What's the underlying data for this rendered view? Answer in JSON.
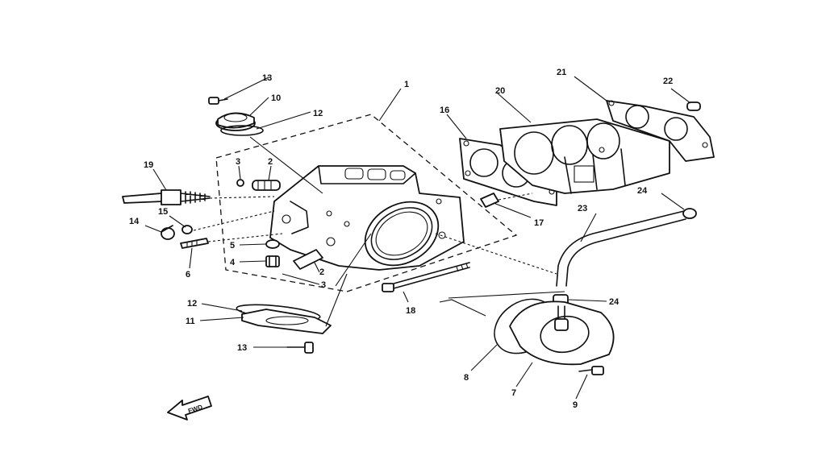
{
  "callouts": [
    {
      "id": "c1",
      "text": "1"
    },
    {
      "id": "c2a",
      "text": "2"
    },
    {
      "id": "c2b",
      "text": "2"
    },
    {
      "id": "c3a",
      "text": "3"
    },
    {
      "id": "c3b",
      "text": "3"
    },
    {
      "id": "c4",
      "text": "4"
    },
    {
      "id": "c5",
      "text": "5"
    },
    {
      "id": "c6",
      "text": "6"
    },
    {
      "id": "c7",
      "text": "7"
    },
    {
      "id": "c8",
      "text": "8"
    },
    {
      "id": "c9",
      "text": "9"
    },
    {
      "id": "c10",
      "text": "10"
    },
    {
      "id": "c11",
      "text": "11"
    },
    {
      "id": "c12a",
      "text": "12"
    },
    {
      "id": "c12b",
      "text": "12"
    },
    {
      "id": "c13a",
      "text": "13"
    },
    {
      "id": "c13b",
      "text": "13"
    },
    {
      "id": "c14",
      "text": "14"
    },
    {
      "id": "c15",
      "text": "15"
    },
    {
      "id": "c16",
      "text": "16"
    },
    {
      "id": "c17",
      "text": "17"
    },
    {
      "id": "c18",
      "text": "18"
    },
    {
      "id": "c19",
      "text": "19"
    },
    {
      "id": "c20",
      "text": "20"
    },
    {
      "id": "c21",
      "text": "21"
    },
    {
      "id": "c22",
      "text": "22"
    },
    {
      "id": "c23",
      "text": "23"
    },
    {
      "id": "c24a",
      "text": "24"
    },
    {
      "id": "c24b",
      "text": "24"
    }
  ],
  "fwd_label": "FWD"
}
